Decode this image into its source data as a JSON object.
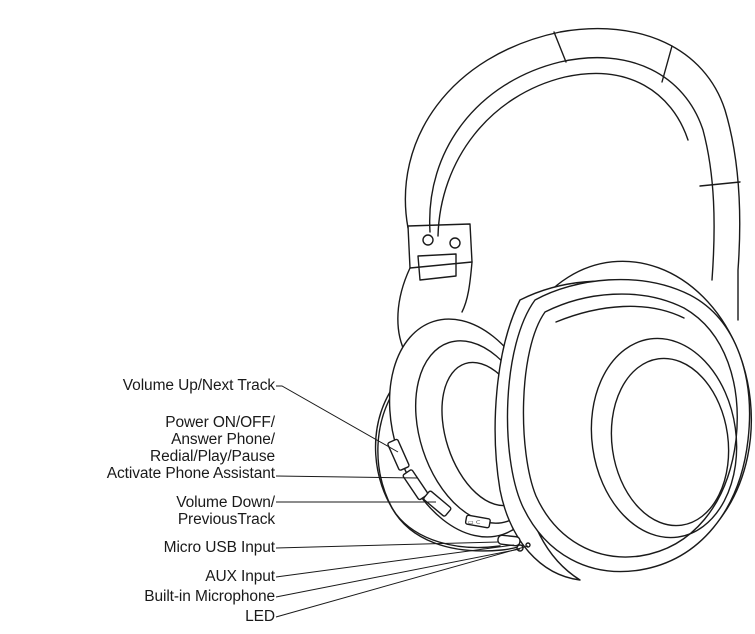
{
  "labels": {
    "volume_up": "Volume Up/Next Track",
    "power": {
      "line1": "Power ON/OFF/",
      "line2": "Answer Phone/",
      "line3": "Redial/Play/Pause",
      "line4": "Activate Phone Assistant"
    },
    "volume_down": {
      "line1": "Volume Down/",
      "line2": "PreviousTrack"
    },
    "micro_usb": "Micro USB Input",
    "aux": "AUX Input",
    "microphone": "Built-in Microphone",
    "led": "LED"
  },
  "colors": {
    "ink": "#1a1a1a",
    "background": "#ffffff"
  }
}
